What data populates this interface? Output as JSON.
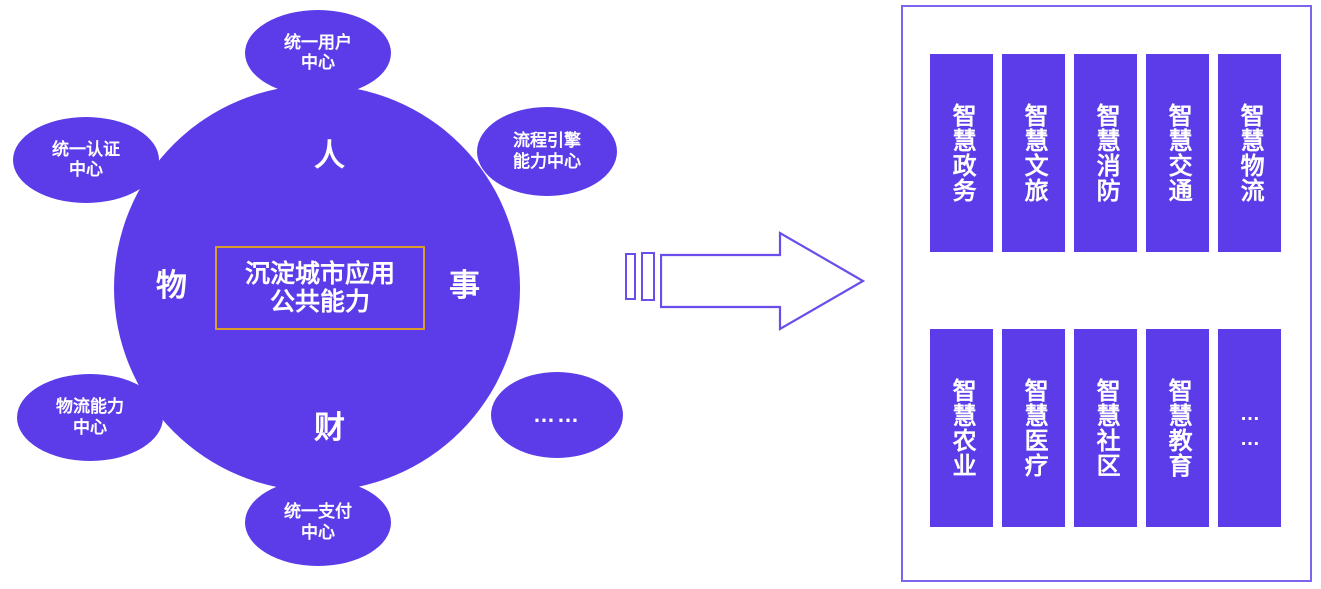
{
  "colors": {
    "primary_purple": "#5B3CE8",
    "outline_purple": "#6A4DEA",
    "panel_border": "#7E63EE",
    "core_box_border": "#D89B2C",
    "text_white": "#FFFFFF",
    "background": "#FFFFFF"
  },
  "hub": {
    "core": {
      "box_label": "沉淀城市应用公共能力"
    },
    "quadrants": [
      {
        "id": "ren",
        "label": "人",
        "position": "top"
      },
      {
        "id": "wu",
        "label": "物",
        "position": "left"
      },
      {
        "id": "shi",
        "label": "事",
        "position": "right"
      },
      {
        "id": "cai",
        "label": "财",
        "position": "bottom"
      }
    ],
    "satellites": [
      {
        "id": "unified-user-center",
        "label": "统一用户\n中心",
        "position": "top"
      },
      {
        "id": "unified-auth-center",
        "label": "统一认证\n中心",
        "position": "top-left"
      },
      {
        "id": "process-engine-center",
        "label": "流程引擎\n能力中心",
        "position": "top-right"
      },
      {
        "id": "logistics-center",
        "label": "物流能力\n中心",
        "position": "bottom-left"
      },
      {
        "id": "more-ellipsis",
        "label": "……",
        "position": "bottom-right"
      },
      {
        "id": "unified-payment-center",
        "label": "统一支付\n中心",
        "position": "bottom"
      }
    ]
  },
  "arrow": {
    "direction": "right",
    "style": "outlined",
    "tail_bars": 2
  },
  "panel": {
    "rows": [
      {
        "id": "row-top",
        "bars": [
          {
            "id": "smart-government",
            "label": "智慧政务"
          },
          {
            "id": "smart-culture-tourism",
            "label": "智慧文旅"
          },
          {
            "id": "smart-firefighting",
            "label": "智慧消防"
          },
          {
            "id": "smart-transportation",
            "label": "智慧交通"
          },
          {
            "id": "smart-logistics",
            "label": "智慧物流"
          }
        ]
      },
      {
        "id": "row-bottom",
        "bars": [
          {
            "id": "smart-agriculture",
            "label": "智慧农业"
          },
          {
            "id": "smart-healthcare",
            "label": "智慧医疗"
          },
          {
            "id": "smart-community",
            "label": "智慧社区"
          },
          {
            "id": "smart-education",
            "label": "智慧教育"
          },
          {
            "id": "more-ellipsis-bar",
            "label": "……"
          }
        ]
      }
    ]
  }
}
